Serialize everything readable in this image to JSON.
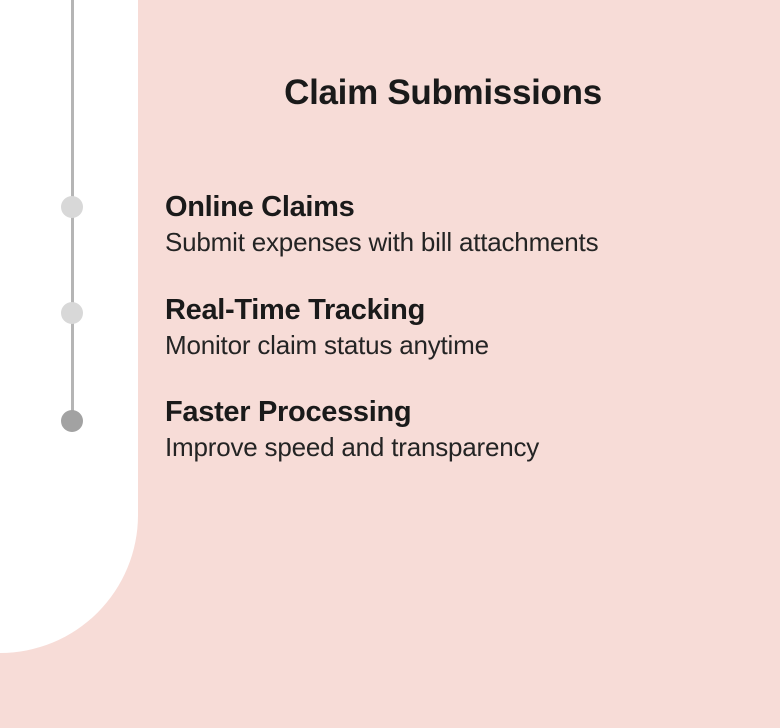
{
  "title": "Claim Submissions",
  "colors": {
    "background_pink": "#f7dcd7",
    "panel_white": "#ffffff",
    "timeline_line": "#b5b5b5",
    "dot_inactive": "#d8d8d8",
    "dot_active": "#a2a2a2",
    "text_primary": "#1a1a1a",
    "text_secondary": "#242424"
  },
  "timeline": {
    "items": [
      {
        "heading": "Online Claims",
        "description": "Submit expenses with bill attachments",
        "dot_state": "light"
      },
      {
        "heading": "Real-Time Tracking",
        "description": "Monitor claim status anytime",
        "dot_state": "light"
      },
      {
        "heading": "Faster Processing",
        "description": "Improve speed and transparency",
        "dot_state": "dark"
      }
    ]
  }
}
